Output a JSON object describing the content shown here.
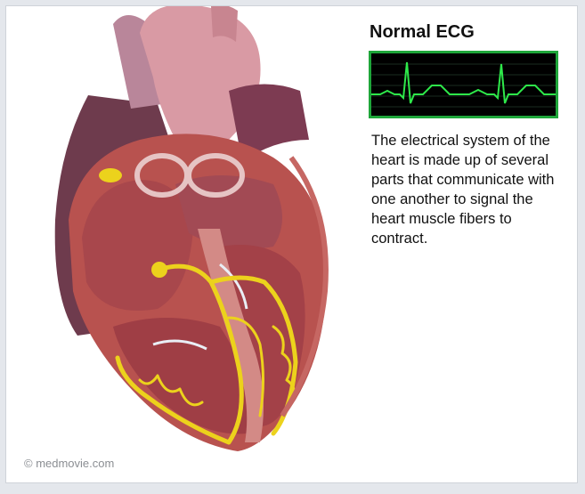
{
  "ecg": {
    "title": "Normal ECG"
  },
  "description": "The electrical system of the heart is made up of several parts that communicate with one another to signal the heart muscle fibers to contract.",
  "credit": "© medmovie.com",
  "colors": {
    "ecg_trace": "#2ee84a",
    "monitor_border": "#1fa63a",
    "conduction_fibers": "#ecd21c",
    "heart_muscle": "#b8524f"
  }
}
